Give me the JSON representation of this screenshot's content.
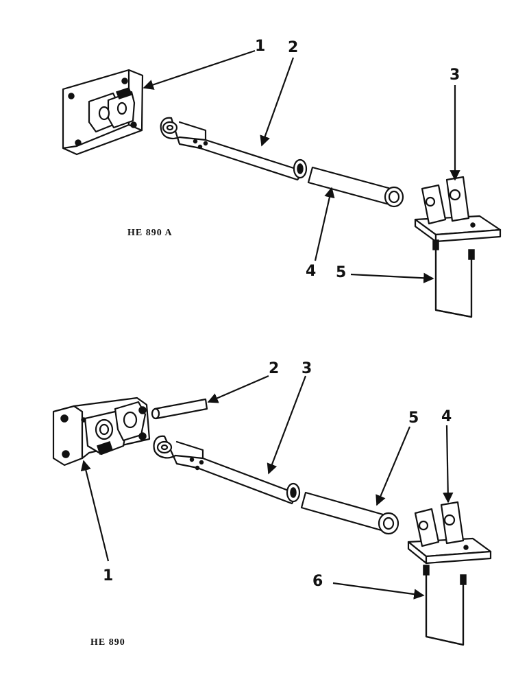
{
  "figures": [
    {
      "label": "HE 890 A",
      "callouts": [
        "1",
        "2",
        "3",
        "4",
        "5"
      ]
    },
    {
      "label": "HE 890",
      "callouts": [
        "1",
        "2",
        "3",
        "4",
        "5",
        "6"
      ]
    }
  ],
  "colors": {
    "ink": "#111111",
    "paper": "#ffffff"
  }
}
